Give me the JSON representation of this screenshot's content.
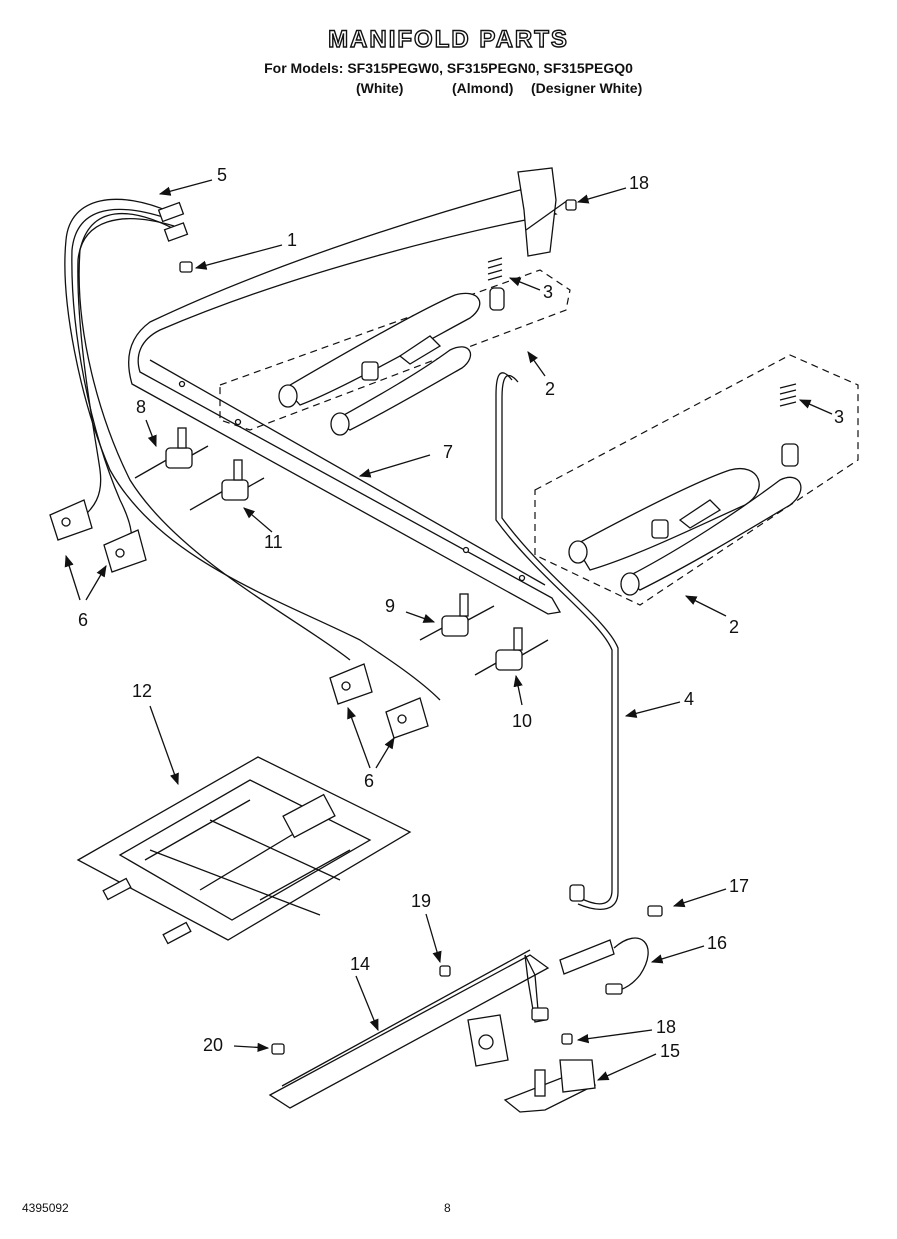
{
  "header": {
    "title": "MANIFOLD PARTS",
    "models_line": "For Models: SF315PEGW0, SF315PEGN0, SF315PEGQ0",
    "finishes": [
      "(White)",
      "(Almond)",
      "(Designer White)"
    ]
  },
  "footer": {
    "doc_number": "4395092",
    "page_number": "8"
  },
  "callouts": {
    "c1": "1",
    "c2a": "2",
    "c2b": "2",
    "c3a": "3",
    "c3b": "3",
    "c4": "4",
    "c5": "5",
    "c6a": "6",
    "c6b": "6",
    "c7": "7",
    "c8": "8",
    "c9": "9",
    "c10": "10",
    "c11": "11",
    "c12": "12",
    "c14": "14",
    "c15": "15",
    "c16": "16",
    "c17": "17",
    "c18a": "18",
    "c18b": "18",
    "c19": "19",
    "c20": "20"
  }
}
